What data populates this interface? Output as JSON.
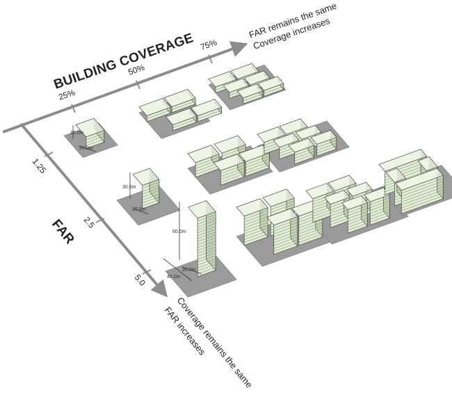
{
  "coverage_axis": {
    "title": "BUILDING COVERAGE",
    "ticks": [
      "25%",
      "50%",
      "75%"
    ],
    "note_line1": "FAR remains the same",
    "note_line2": "Coverage increases"
  },
  "far_axis": {
    "title": "FAR",
    "ticks": [
      "1.25",
      "2.5",
      "5.0"
    ],
    "note_line1": "Coverage remains the same",
    "note_line2": "FAR increases"
  },
  "dimensions": {
    "small_height": "15.0m",
    "small_width": "20.0m",
    "mid_height": "30.0m",
    "mid_width": "20.0m",
    "tall_height": "60.0m",
    "tall_width": "20.0m",
    "site_width": "40.0m"
  },
  "colors": {
    "axis": "#8c8c8c",
    "site": "#9b9b9b",
    "building_fill": "#e2eed5",
    "building_stroke": "#444444"
  }
}
